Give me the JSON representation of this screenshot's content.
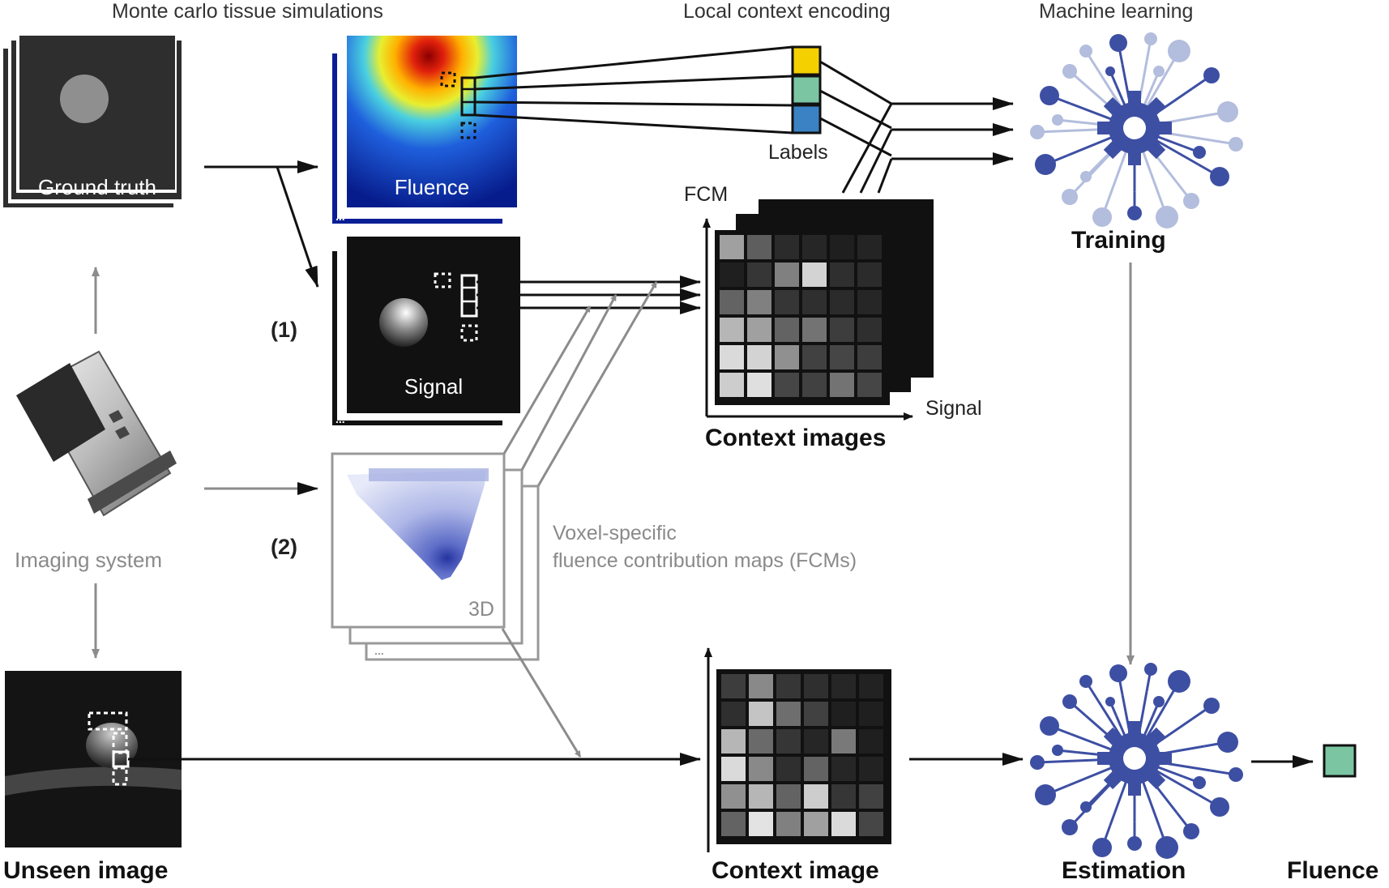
{
  "headers": {
    "monte_carlo": "Monte carlo tissue simulations",
    "local_context": "Local context encoding",
    "machine_learning": "Machine learning"
  },
  "images": {
    "ground_truth": "Ground truth",
    "fluence": "Fluence",
    "signal": "Signal",
    "fcm_3d": "3D",
    "stack_ellipsis": "..."
  },
  "labels": {
    "step_1": "(1)",
    "step_2": "(2)",
    "imaging_system": "Imaging system",
    "labels_caption": "Labels",
    "fcm_axis": "FCM",
    "signal_axis": "Signal",
    "context_images": "Context images",
    "context_image": "Context image",
    "voxel_line1": "Voxel-specific",
    "voxel_line2": "fluence contribution maps (FCMs)",
    "training": "Training",
    "estimation": "Estimation",
    "fluence_out": "Fluence",
    "unseen_image": "Unseen image"
  },
  "colors": {
    "label_yellow": "#f4d000",
    "label_green": "#7cc5a3",
    "label_blue": "#3b82c4",
    "network_light": "#b3bddd",
    "network_dark": "#3d4fa3",
    "output_green": "#7cc5a3",
    "grey_arrow": "#8c8c8c"
  },
  "context_grid_train": [
    [
      0.62,
      0.33,
      0.1,
      0.08,
      0.05,
      0.07
    ],
    [
      0.05,
      0.15,
      0.48,
      0.85,
      0.12,
      0.1
    ],
    [
      0.35,
      0.48,
      0.15,
      0.12,
      0.1,
      0.08
    ],
    [
      0.72,
      0.62,
      0.35,
      0.42,
      0.18,
      0.12
    ],
    [
      0.88,
      0.85,
      0.55,
      0.2,
      0.22,
      0.18
    ],
    [
      0.82,
      0.9,
      0.22,
      0.2,
      0.42,
      0.22
    ]
  ],
  "context_grid_test": [
    [
      0.18,
      0.52,
      0.15,
      0.12,
      0.08,
      0.06
    ],
    [
      0.12,
      0.78,
      0.4,
      0.2,
      0.05,
      0.05
    ],
    [
      0.72,
      0.38,
      0.15,
      0.08,
      0.45,
      0.05
    ],
    [
      0.88,
      0.52,
      0.12,
      0.35,
      0.08,
      0.06
    ],
    [
      0.55,
      0.72,
      0.35,
      0.82,
      0.15,
      0.2
    ],
    [
      0.35,
      0.92,
      0.48,
      0.62,
      0.88,
      0.22
    ]
  ]
}
